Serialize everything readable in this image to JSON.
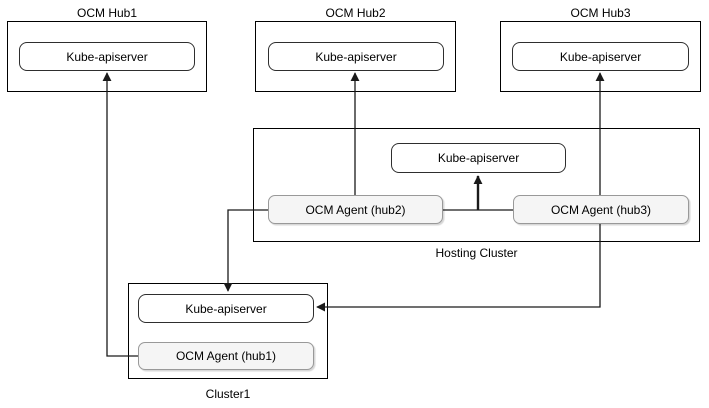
{
  "diagram": {
    "colors": {
      "line": "#1a1a1a",
      "box_border": "#000000",
      "kube_border": "#2e2e2e",
      "agent_border": "#999999",
      "agent_fill": "#f5f5f5",
      "background": "#ffffff"
    },
    "hubs": [
      {
        "label": "OCM Hub1",
        "apiserver_label": "Kube-apiserver"
      },
      {
        "label": "OCM Hub2",
        "apiserver_label": "Kube-apiserver"
      },
      {
        "label": "OCM Hub3",
        "apiserver_label": "Kube-apiserver"
      }
    ],
    "hosting_cluster": {
      "label": "Hosting Cluster",
      "apiserver_label": "Kube-apiserver",
      "agents": [
        {
          "label": "OCM Agent (hub2)"
        },
        {
          "label": "OCM Agent (hub3)"
        }
      ]
    },
    "cluster1": {
      "label": "Cluster1",
      "apiserver_label": "Kube-apiserver",
      "agents": [
        {
          "label": "OCM Agent (hub1)"
        }
      ]
    },
    "edges": [
      {
        "from": "OCM Agent (hub1)",
        "to": "OCM Hub1 Kube-apiserver",
        "style": "arrow"
      },
      {
        "from": "OCM Agent (hub2)",
        "to": "OCM Hub2 Kube-apiserver",
        "style": "arrow"
      },
      {
        "from": "OCM Agent (hub3)",
        "to": "OCM Hub3 Kube-apiserver",
        "style": "arrow"
      },
      {
        "from": "OCM Agent (hub2) / OCM Agent (hub3)",
        "to": "Hosting Cluster Kube-apiserver",
        "style": "bold-arrow"
      },
      {
        "from": "OCM Agent (hub2)",
        "to": "Cluster1 Kube-apiserver",
        "style": "arrow"
      },
      {
        "from": "OCM Agent (hub3)",
        "to": "Cluster1 Kube-apiserver",
        "style": "arrow"
      },
      {
        "from": "OCM Agent (hub1)",
        "to": "Cluster1 Kube-apiserver",
        "style": "arrow"
      }
    ]
  }
}
